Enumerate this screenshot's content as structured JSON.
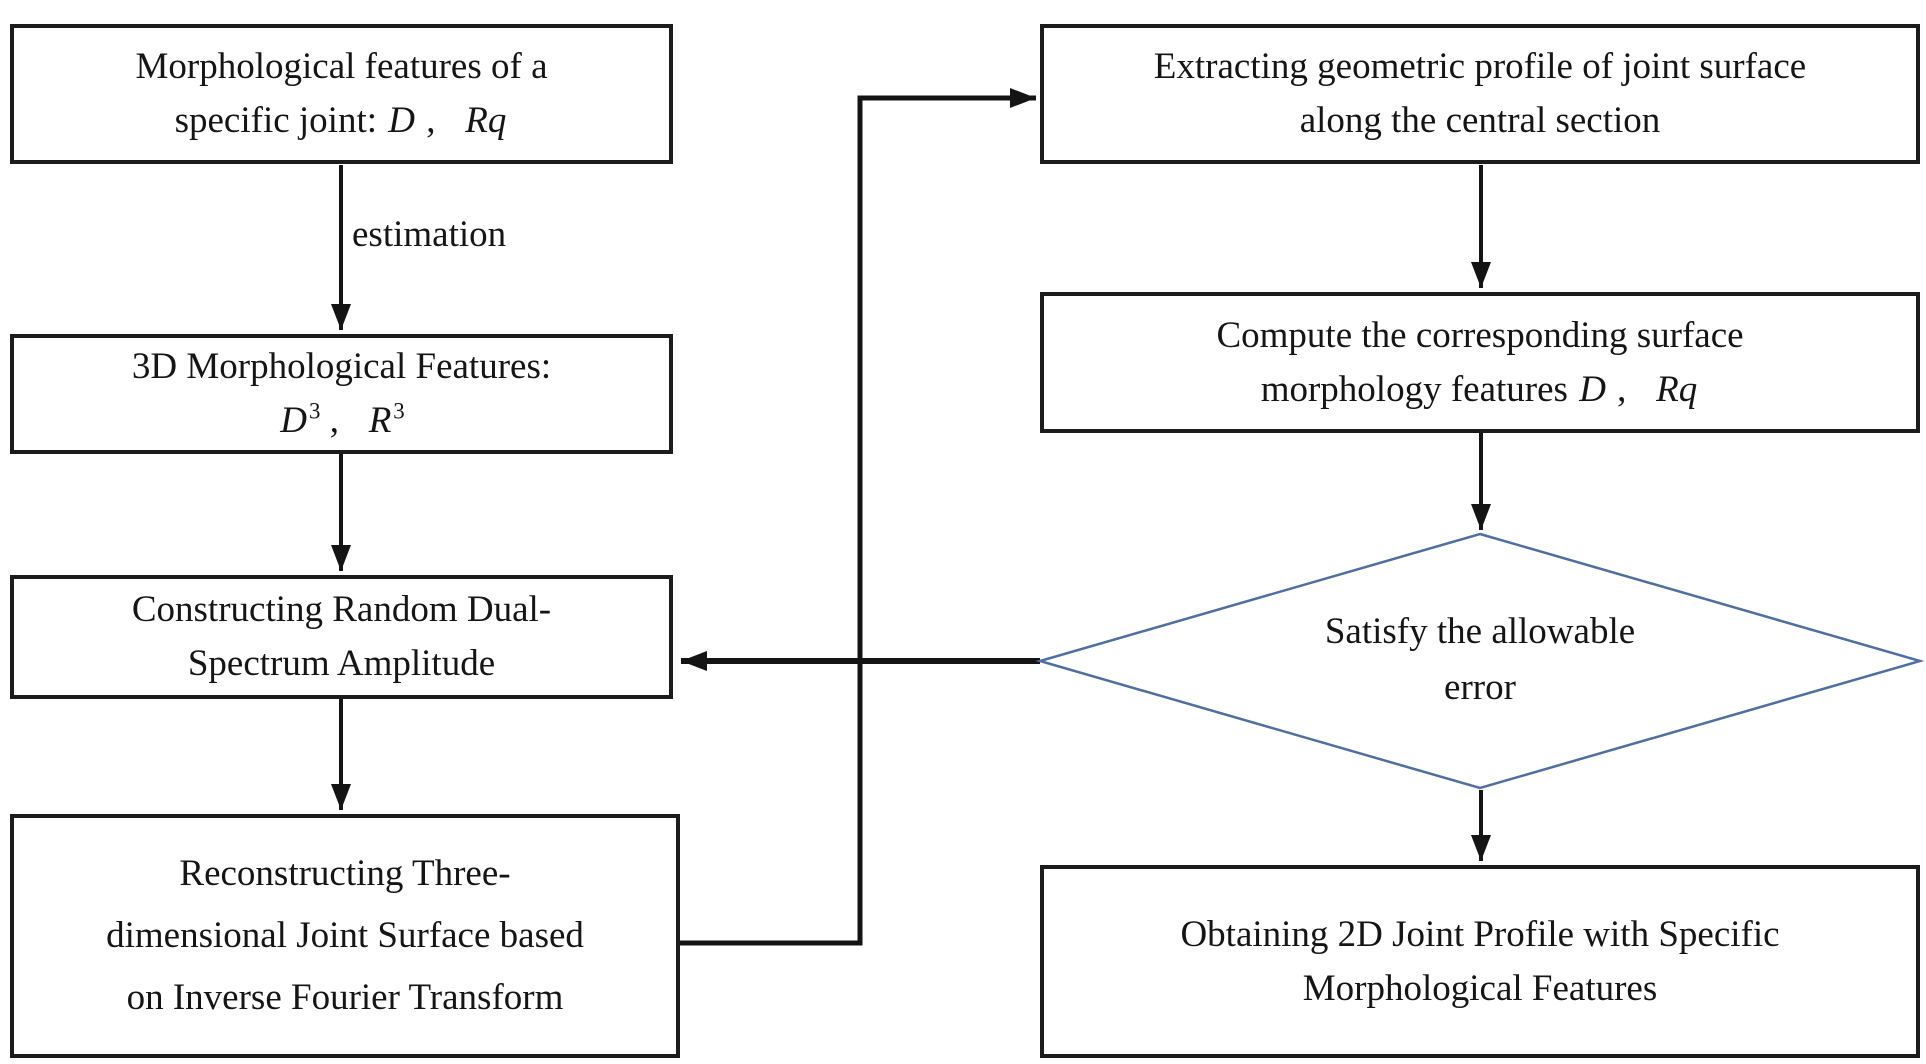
{
  "diagram": {
    "type": "flowchart",
    "description": "Procedure for obtaining a 2D joint profile with specific morphological features"
  },
  "colors": {
    "box_border": "#1c1c1c",
    "decision_border": "#4d6fa5",
    "connector": "#141414",
    "text": "#151515",
    "background": "#ffffff"
  },
  "nodes": {
    "specific_joint": {
      "id": "morphological-features-of-specific-joint",
      "lines": [
        [
          {
            "t": "Morphological features of a"
          }
        ],
        [
          {
            "t": "specific joint: "
          },
          {
            "t": "D",
            "i": true
          },
          {
            "t": " ,   "
          },
          {
            "t": "Rq",
            "i": true
          }
        ]
      ]
    },
    "features_3d": {
      "id": "3d-morphological-features",
      "lines": [
        [
          {
            "t": "3D Morphological Features:"
          }
        ],
        [
          {
            "t": "D",
            "i": true
          },
          {
            "t": "3",
            "sup": true
          },
          {
            "t": " ,   "
          },
          {
            "t": "R",
            "i": true
          },
          {
            "t": "3",
            "sup": true
          }
        ]
      ]
    },
    "dual_spectrum": {
      "id": "constructing-random-dual-spectrum-amplitude",
      "lines": [
        [
          {
            "t": "Constructing Random Dual-"
          }
        ],
        [
          {
            "t": "Spectrum Amplitude"
          }
        ]
      ]
    },
    "reconstruct": {
      "id": "reconstructing-3d-joint-surface",
      "lines": [
        [
          {
            "t": "Reconstructing Three-"
          }
        ],
        [
          {
            "t": "dimensional Joint Surface based"
          }
        ],
        [
          {
            "t": "on Inverse Fourier Transform"
          }
        ]
      ]
    },
    "extract_profile": {
      "id": "extracting-geometric-profile",
      "lines": [
        [
          {
            "t": "Extracting geometric profile of joint surface"
          }
        ],
        [
          {
            "t": "along the central section"
          }
        ]
      ]
    },
    "compute_surface": {
      "id": "compute-surface-morphology-features",
      "lines": [
        [
          {
            "t": "Compute the corresponding surface"
          }
        ],
        [
          {
            "t": "morphology features "
          },
          {
            "t": "D",
            "i": true
          },
          {
            "t": " ,   "
          },
          {
            "t": "Rq",
            "i": true
          }
        ]
      ]
    },
    "satisfy_error": {
      "id": "satisfy-allowable-error-decision",
      "lines": [
        [
          {
            "t": "Satisfy the allowable"
          }
        ],
        [
          {
            "t": "error"
          }
        ]
      ]
    },
    "obtain_profile": {
      "id": "obtaining-2d-joint-profile",
      "lines": [
        [
          {
            "t": "Obtaining 2D Joint Profile with Specific"
          }
        ],
        [
          {
            "t": "Morphological Features"
          }
        ]
      ]
    }
  },
  "edge_labels": {
    "estimation": "estimation"
  }
}
